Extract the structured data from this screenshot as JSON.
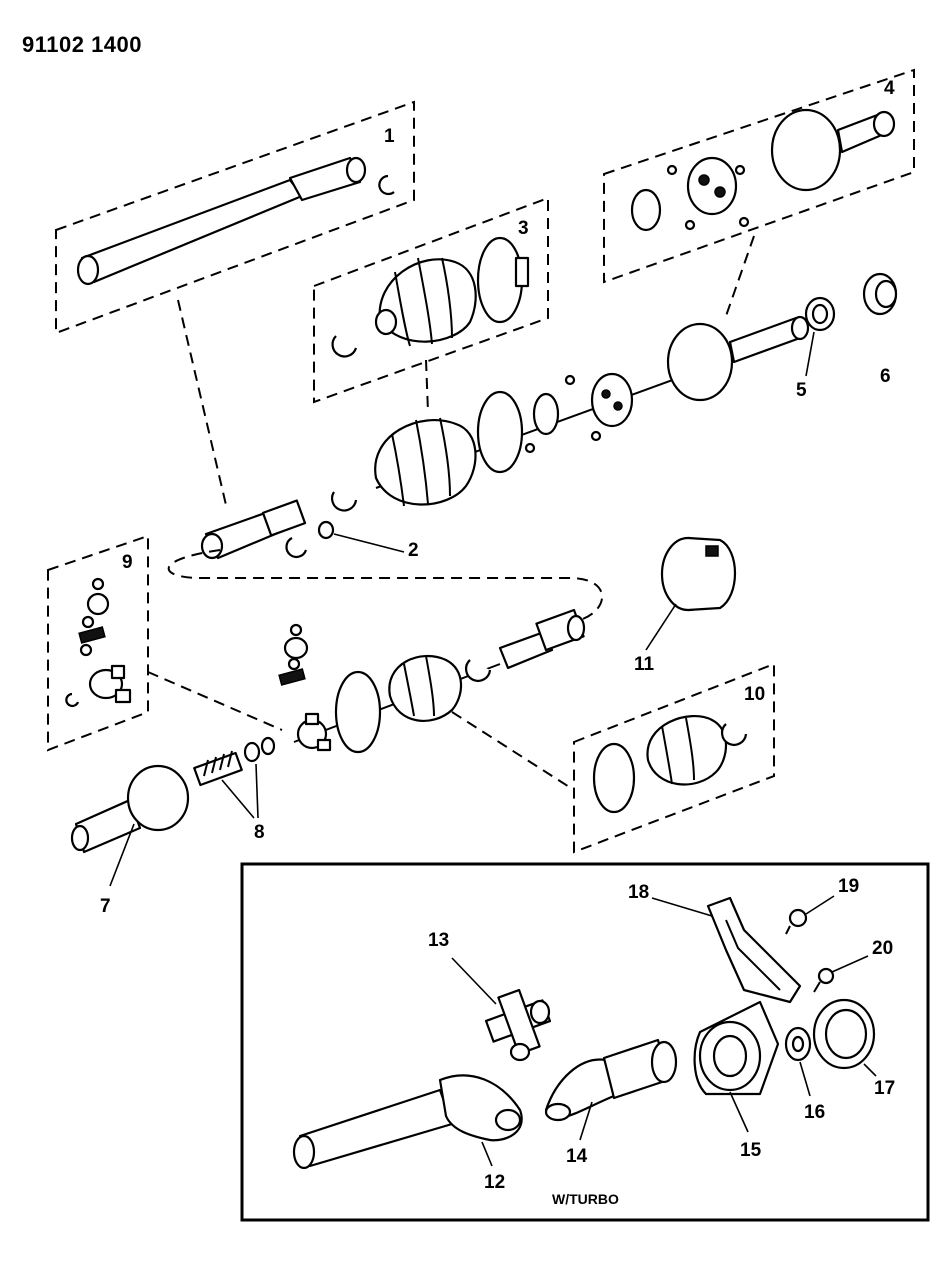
{
  "header": {
    "doc_number": "91102 1400"
  },
  "caption": "W/TURBO",
  "callouts": [
    "1",
    "2",
    "3",
    "4",
    "5",
    "6",
    "7",
    "8",
    "9",
    "10",
    "11",
    "12",
    "13",
    "14",
    "15",
    "16",
    "17",
    "18",
    "19",
    "20"
  ]
}
